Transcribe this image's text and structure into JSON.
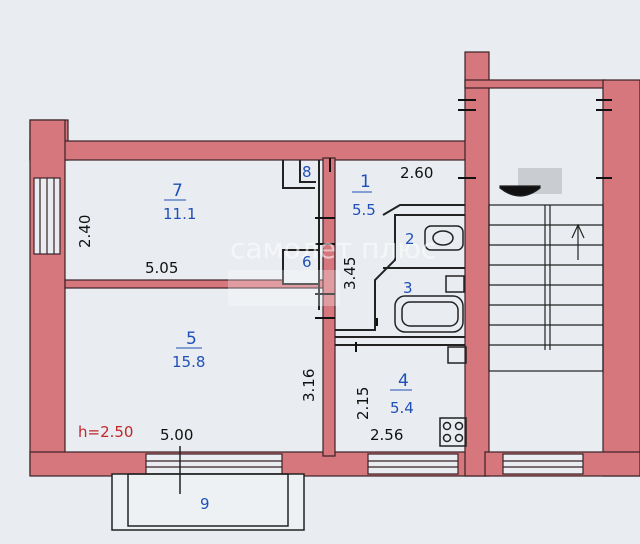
{
  "rooms": [
    {
      "num": "7",
      "area": "11.1"
    },
    {
      "num": "5",
      "area": "15.8"
    },
    {
      "num": "1",
      "area": "5.5"
    },
    {
      "num": "4",
      "area": "5.4"
    },
    {
      "num": "2"
    },
    {
      "num": "3"
    },
    {
      "num": "6"
    },
    {
      "num": "8"
    },
    {
      "num": "9"
    }
  ],
  "dimensions": {
    "room7_height": "2.40",
    "room7_width": "5.05",
    "hall_width": "2.60",
    "hall_length": "3.45",
    "room5_depth": "3.16",
    "room5_width": "5.00",
    "kitchen_depth": "2.15",
    "kitchen_width": "2.56"
  },
  "ceiling_height": "h=2.50",
  "watermark": "самолет плюс",
  "colors": {
    "wall": "#d6767d",
    "wall_edge": "#3a2224",
    "background": "#e9edf1",
    "labels": "#1f4fb8",
    "height_label": "#c0262a"
  }
}
